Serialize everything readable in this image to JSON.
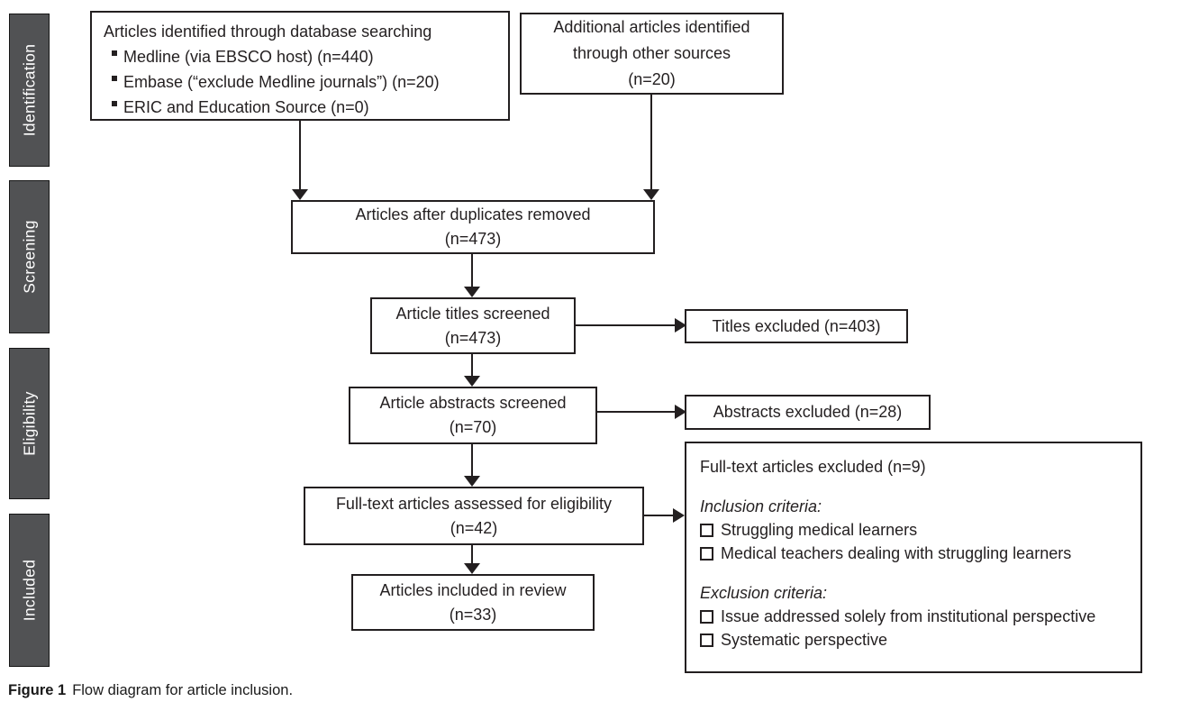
{
  "sidebar": {
    "items": [
      {
        "label": "Identification"
      },
      {
        "label": "Screening"
      },
      {
        "label": "Eligibility"
      },
      {
        "label": "Included"
      }
    ]
  },
  "boxes": {
    "database": {
      "title": "Articles identified through database searching",
      "items": [
        "Medline (via EBSCO host) (n=440)",
        "Embase (“exclude Medline journals”) (n=20)",
        "ERIC and Education Source (n=0)"
      ]
    },
    "other_sources": {
      "text": "Additional articles identified\nthrough other sources\n(n=20)"
    },
    "duplicates": {
      "text": "Articles after duplicates removed\n(n=473)"
    },
    "titles_screened": {
      "text": "Article titles screened\n(n=473)"
    },
    "titles_excluded": {
      "text": "Titles excluded (n=403)"
    },
    "abstracts_screened": {
      "text": "Article abstracts screened\n(n=70)"
    },
    "abstracts_excluded": {
      "text": "Abstracts excluded (n=28)"
    },
    "fulltext_assessed": {
      "text": "Full-text articles assessed for eligibility\n(n=42)"
    },
    "fulltext_excluded": {
      "title": "Full-text articles excluded (n=9)",
      "inclusion_label": "Inclusion criteria:",
      "inclusion_items": [
        "Struggling medical learners",
        "Medical teachers dealing with struggling learners"
      ],
      "exclusion_label": "Exclusion criteria:",
      "exclusion_items": [
        "Issue addressed solely from institutional perspective",
        "Systematic perspective"
      ]
    },
    "included_review": {
      "text": "Articles included in review\n(n=33)"
    }
  },
  "caption": {
    "prefix": "Figure 1",
    "text": "Flow diagram for article inclusion."
  },
  "colors": {
    "sidebar_bg": "#515254",
    "box_border": "#231f20",
    "text": "#231f20"
  }
}
